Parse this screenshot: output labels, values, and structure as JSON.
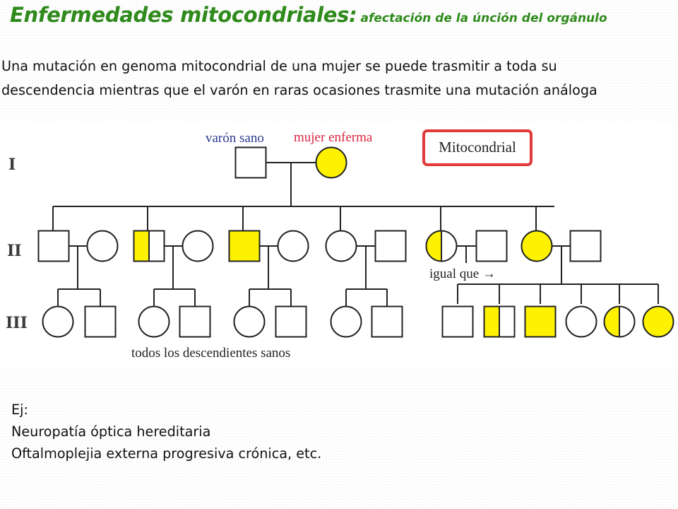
{
  "slide": {
    "title": "Enfermedades mitocondriales:",
    "title_sub": "afectación de la únción del orgánulo",
    "intro_lines": [
      "Una mutación en genoma mitocondrial de una mujer se puede trasmitir a toda su",
      "descendencia mientras que el varón en raras ocasiones trasmite una mutación análoga"
    ],
    "examples": [
      "Ej:",
      "Neuropatía óptica hereditaria",
      "Oftalmoplejia externa progresiva crónica, etc."
    ]
  },
  "pedigree": {
    "generation_labels": [
      "I",
      "II",
      "III"
    ],
    "legend": {
      "healthy_male": "varón sano",
      "affected_female": "mujer enferma",
      "badge": "Mitocondrial"
    },
    "annotations": {
      "same_as": "igual que →",
      "all_healthy": "todos los descendientes sanos"
    },
    "colors": {
      "affected": "#fff200",
      "line": "#222222",
      "legend_male_text": "#2b3990",
      "legend_female_text": "#d7263d",
      "badge_border": "#e03a3a",
      "title_green": "#2f8a1c"
    },
    "gen1": [
      {
        "id": "I-1",
        "sex": "male",
        "status": "unaffected"
      },
      {
        "id": "I-2",
        "sex": "female",
        "status": "affected"
      }
    ],
    "gen2": [
      {
        "id": "II-1",
        "sex": "male",
        "status": "unaffected"
      },
      {
        "id": "II-2",
        "sex": "female",
        "status": "unaffected"
      },
      {
        "id": "II-3",
        "sex": "male",
        "status": "partial"
      },
      {
        "id": "II-4",
        "sex": "female",
        "status": "unaffected"
      },
      {
        "id": "II-5",
        "sex": "male",
        "status": "affected"
      },
      {
        "id": "II-6",
        "sex": "female",
        "status": "unaffected"
      },
      {
        "id": "II-7",
        "sex": "female",
        "status": "unaffected"
      },
      {
        "id": "II-8",
        "sex": "male",
        "status": "unaffected"
      },
      {
        "id": "II-9",
        "sex": "female",
        "status": "partial"
      },
      {
        "id": "II-10",
        "sex": "male",
        "status": "unaffected"
      },
      {
        "id": "II-11",
        "sex": "female",
        "status": "affected"
      },
      {
        "id": "II-12",
        "sex": "male",
        "status": "unaffected"
      }
    ],
    "gen3": [
      {
        "id": "III-1",
        "sex": "female",
        "status": "unaffected"
      },
      {
        "id": "III-2",
        "sex": "male",
        "status": "unaffected"
      },
      {
        "id": "III-3",
        "sex": "female",
        "status": "unaffected"
      },
      {
        "id": "III-4",
        "sex": "male",
        "status": "unaffected"
      },
      {
        "id": "III-5",
        "sex": "female",
        "status": "unaffected"
      },
      {
        "id": "III-6",
        "sex": "male",
        "status": "unaffected"
      },
      {
        "id": "III-7",
        "sex": "female",
        "status": "unaffected"
      },
      {
        "id": "III-8",
        "sex": "male",
        "status": "unaffected"
      },
      {
        "id": "III-9",
        "sex": "male",
        "status": "unaffected"
      },
      {
        "id": "III-10",
        "sex": "male",
        "status": "partial"
      },
      {
        "id": "III-11",
        "sex": "male",
        "status": "affected"
      },
      {
        "id": "III-12",
        "sex": "female",
        "status": "unaffected"
      },
      {
        "id": "III-13",
        "sex": "female",
        "status": "partial"
      },
      {
        "id": "III-14",
        "sex": "female",
        "status": "affected"
      }
    ]
  }
}
